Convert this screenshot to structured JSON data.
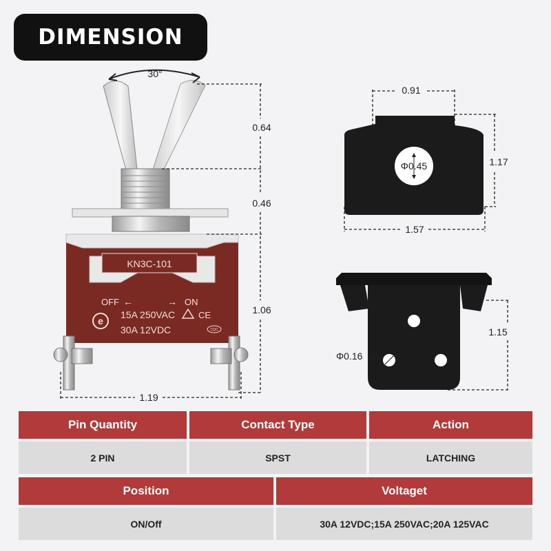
{
  "title": "DIMENSION",
  "switch_labels": {
    "model": "KN3C-101",
    "off": "OFF",
    "on": "ON",
    "rating1": "15A 250VAC",
    "rating2": "30A 12VDC",
    "ce": "CE",
    "cqc": "CQC",
    "brand": "e"
  },
  "dimensions": {
    "angle": "30°",
    "lever_height": "0.64",
    "bushing_height": "0.46",
    "body_height": "1.06",
    "body_width": "1.19",
    "plate_top_width": "0.91",
    "plate_hole": "Φ0.45",
    "plate_height": "1.17",
    "plate_width": "1.57",
    "side_height": "1.15",
    "side_hole": "Φ0.16"
  },
  "colors": {
    "header": "#b33a3a",
    "cell": "#dcdcdc",
    "body": "#7a2a22"
  },
  "table": {
    "row1": [
      {
        "header": "Pin Quantity",
        "value": "2 PIN"
      },
      {
        "header": "Contact Type",
        "value": "SPST"
      },
      {
        "header": "Action",
        "value": "LATCHING"
      }
    ],
    "row2": [
      {
        "header": "Position",
        "value": "ON/Off"
      },
      {
        "header": "Voltaget",
        "value": "30A 12VDC;15A 250VAC;20A 125VAC"
      }
    ]
  }
}
